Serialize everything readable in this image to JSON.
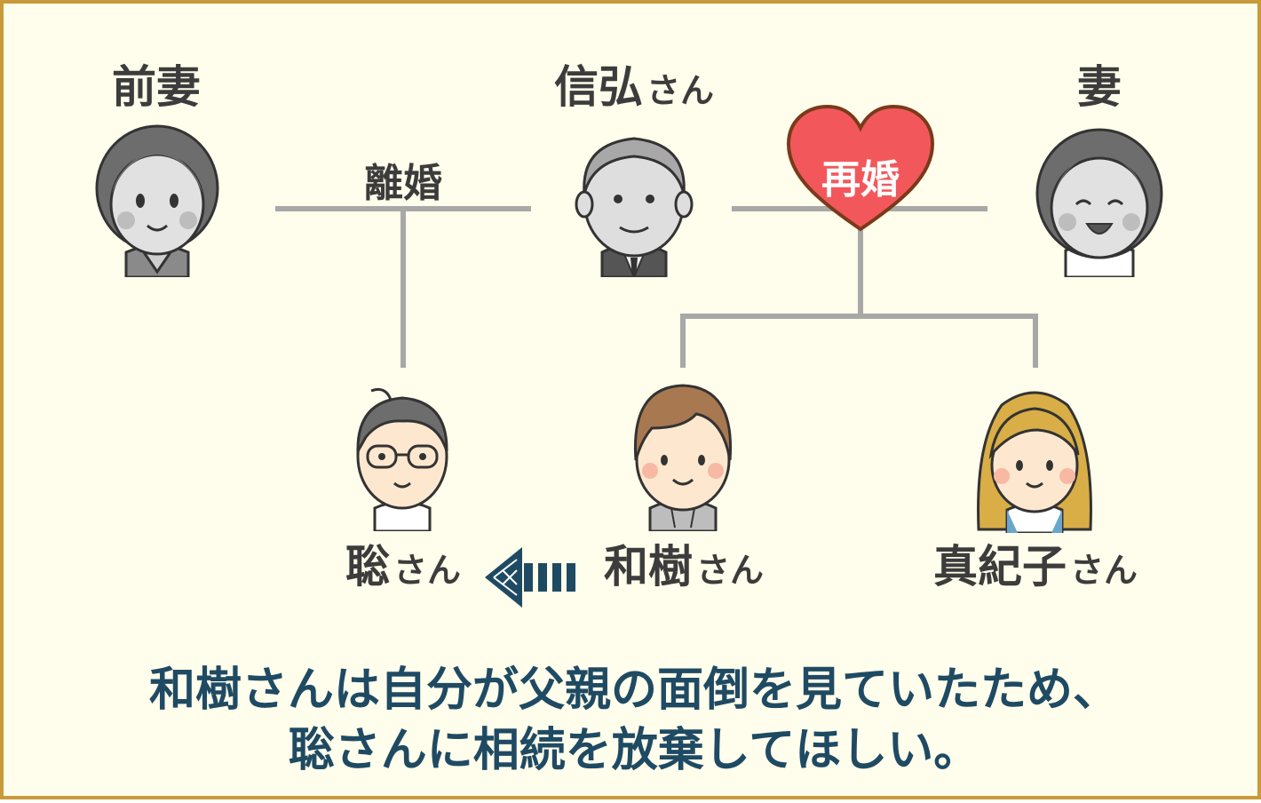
{
  "people": {
    "ex_wife": "前妻",
    "nobuhiro": "信弘",
    "wife": "妻",
    "satoshi": "聡",
    "kazuki": "和樹",
    "makiko": "真紀子"
  },
  "honorific": "さん",
  "relations": {
    "divorce": "離婚",
    "remarriage": "再婚"
  },
  "caption": {
    "line1": "和樹さんは自分が父親の面倒を見ていたため、",
    "line2": "聡さんに相続を放棄してほしい。"
  },
  "colors": {
    "background": "#fffdeb",
    "border": "#c89a3a",
    "line": "#a8a8a8",
    "heart": "#f2585b",
    "caption": "#1f4a63"
  }
}
